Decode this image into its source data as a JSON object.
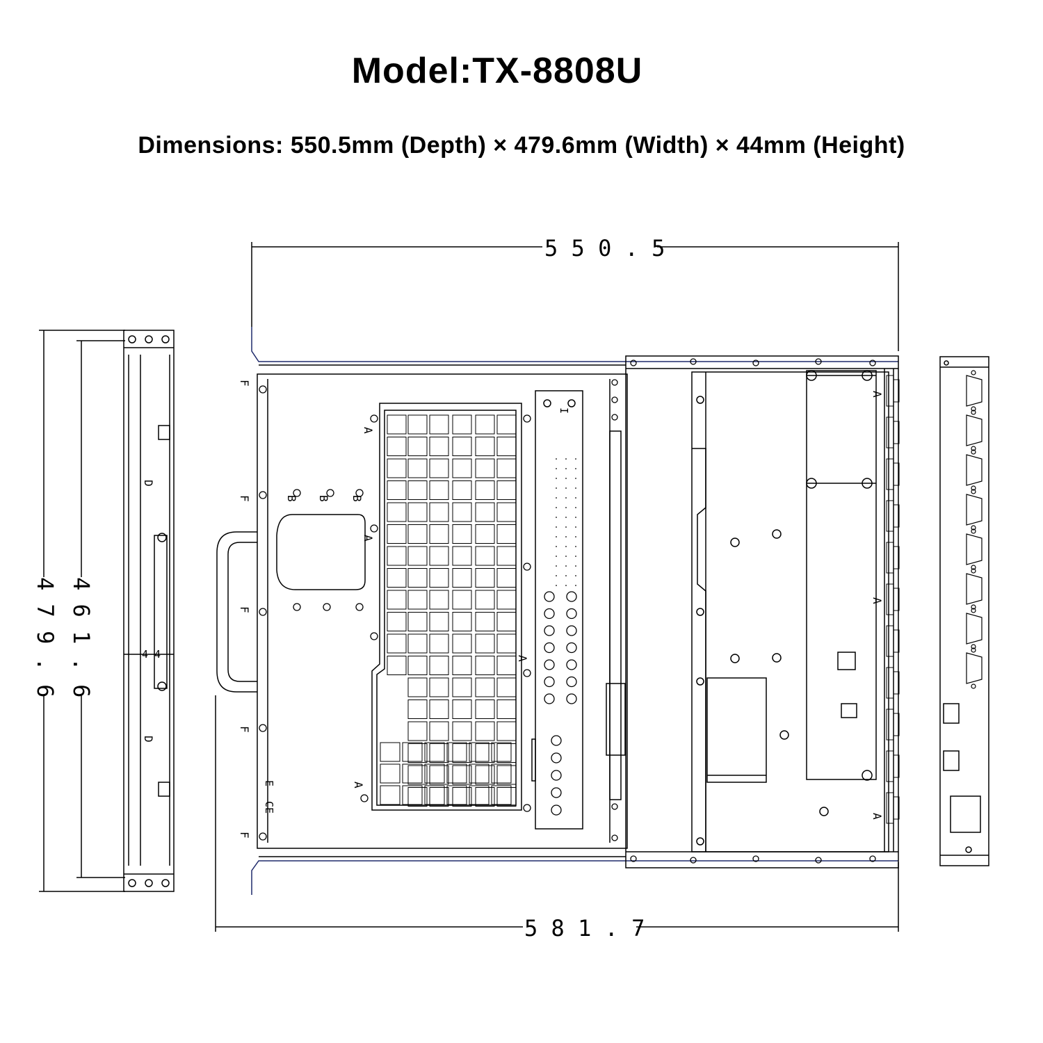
{
  "header": {
    "title": "Model:TX-8808U",
    "subtitle": "Dimensions: 550.5mm (Depth) × 479.6mm (Width) × 44mm (Height)"
  },
  "dimensions": {
    "top_depth": "5 5 0 . 5",
    "bottom_depth": "5 8 1 . 7",
    "outer_width": "4 7 9 . 6",
    "inner_width": "4 6 1 . 6",
    "height": "4 4"
  },
  "markings": {
    "a": "A",
    "b": "B",
    "d": "D",
    "e": "E",
    "f": "F",
    "i": "I",
    "ce": "CE"
  },
  "colors": {
    "line": "#000000",
    "accent": "#1f2a6b"
  }
}
